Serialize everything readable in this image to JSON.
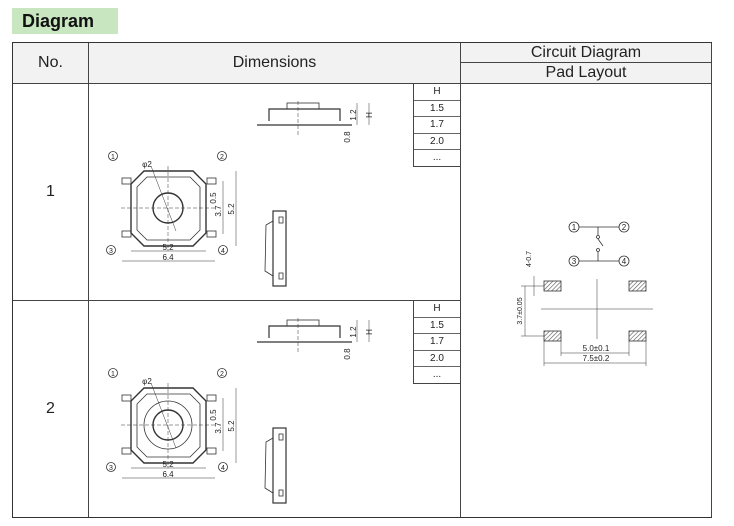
{
  "section_title": "Diagram",
  "headers": {
    "no": "No.",
    "dimensions": "Dimensions",
    "circuit": "Circuit Diagram",
    "pad": "Pad Layout"
  },
  "rows": [
    {
      "no": "1",
      "h_header": "H",
      "h_values": [
        "1.5",
        "1.7",
        "2.0",
        "..."
      ]
    },
    {
      "no": "2",
      "h_header": "H",
      "h_values": [
        "1.5",
        "1.7",
        "2.0",
        "..."
      ]
    }
  ],
  "dim_labels": {
    "phi": "φ2",
    "w_inner": "5.2",
    "w_outer": "6.4",
    "h_pitch": "3.7",
    "h_body": "5.2",
    "pin_w": "0.5",
    "t1": "1.2",
    "th": "H",
    "t08": "0.8",
    "p1": "1",
    "p2": "2",
    "p3": "3",
    "p4": "4"
  },
  "circuit": {
    "p1": "1",
    "p2": "2",
    "p3": "3",
    "p4": "4"
  },
  "pad": {
    "w_inner": "5.0±0.1",
    "w_outer": "7.5±0.2",
    "pitch": "3.7±0.05",
    "pad_size": "4-0.7"
  }
}
